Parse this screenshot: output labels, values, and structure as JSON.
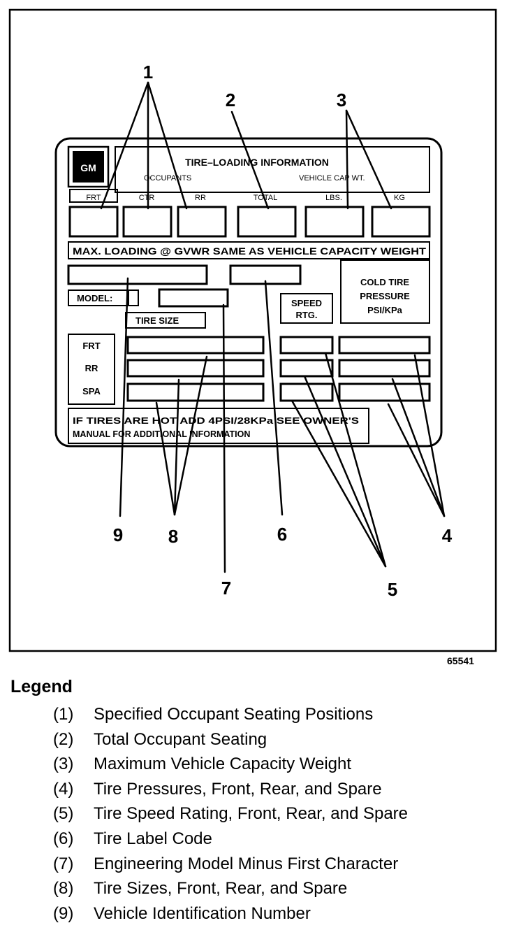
{
  "label": {
    "title": "TIRE–LOADING INFORMATION",
    "occupants": "OCCUPANTS",
    "vehicle_cap_wt": "VEHICLE CAP WT.",
    "col_frt": "FRT",
    "col_ctr": "CTR",
    "col_rr": "RR",
    "col_total": "TOTAL",
    "col_lbs": "LBS.",
    "col_kg": "KG",
    "max_loading": "MAX. LOADING @ GVWR SAME AS VEHICLE CAPACITY WEIGHT",
    "model": "MODEL:",
    "tire_size": "TIRE SIZE",
    "speed_rtg_1": "SPEED",
    "speed_rtg_2": "RTG.",
    "cold_tire_1": "COLD TIRE",
    "cold_tire_2": "PRESSURE",
    "cold_tire_3": "PSI/KPa",
    "row_frt": "FRT",
    "row_rr": "RR",
    "row_spa": "SPA",
    "footer_1": "IF TIRES ARE HOT ADD 4PSI/28KPa SEE OWNER'S",
    "footer_2": "MANUAL FOR ADDITIONAL INFORMATION"
  },
  "callouts": [
    "1",
    "2",
    "3",
    "4",
    "5",
    "6",
    "7",
    "8",
    "9"
  ],
  "figure_id": "65541",
  "legend": {
    "title": "Legend",
    "items": [
      {
        "num": "(1)",
        "text": "Specified Occupant Seating Positions"
      },
      {
        "num": "(2)",
        "text": "Total Occupant Seating"
      },
      {
        "num": "(3)",
        "text": "Maximum Vehicle Capacity Weight"
      },
      {
        "num": "(4)",
        "text": "Tire Pressures, Front, Rear, and Spare"
      },
      {
        "num": "(5)",
        "text": "Tire Speed Rating, Front, Rear, and Spare"
      },
      {
        "num": "(6)",
        "text": "Tire Label Code"
      },
      {
        "num": "(7)",
        "text": "Engineering Model Minus First Character"
      },
      {
        "num": "(8)",
        "text": "Tire Sizes, Front, Rear, and Spare"
      },
      {
        "num": "(9)",
        "text": "Vehicle Identification Number"
      }
    ]
  }
}
